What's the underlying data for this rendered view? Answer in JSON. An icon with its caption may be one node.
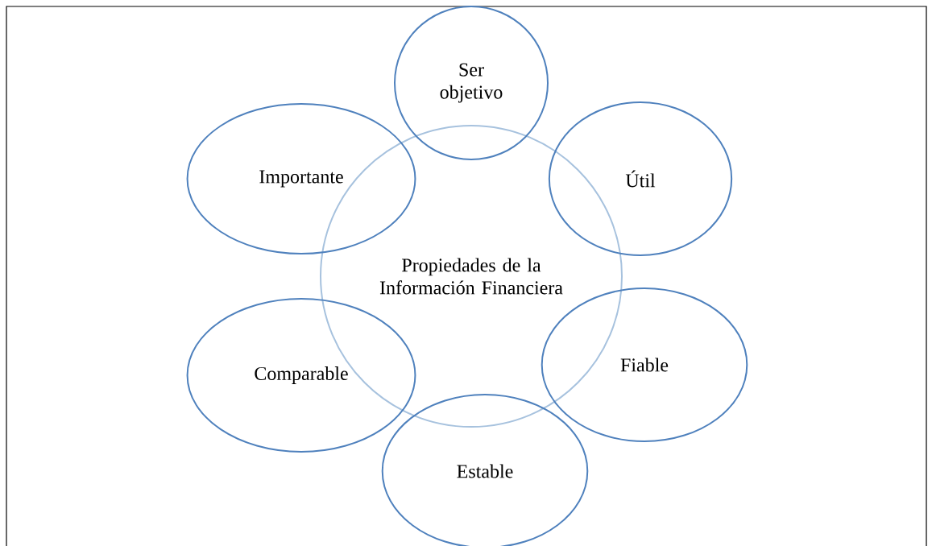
{
  "diagram": {
    "nodes": [
      {
        "text": [
          "Propiedades de la Información Financiera"
        ]
      },
      {
        "text": [
          "Ser objetivo"
        ]
      },
      {
        "text": [
          "Importante"
        ]
      },
      {
        "text": [
          "Útil"
        ]
      },
      {
        "text": [
          "Comparable"
        ]
      },
      {
        "text": [
          "Fiable"
        ]
      },
      {
        "text": [
          "Estable"
        ]
      }
    ]
  }
}
